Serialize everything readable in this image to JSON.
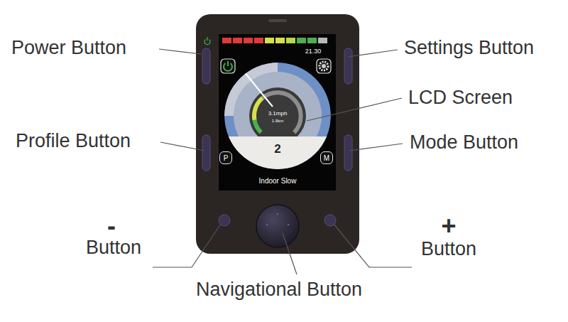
{
  "diagram": {
    "nodes": [
      {
        "text": [
          "P"
        ]
      },
      {
        "text": [
          "M"
        ]
      }
    ],
    "labels": [
      "Power Button",
      "Settings Button",
      "LCD Screen",
      "Profile Button",
      "Mode Button",
      "-",
      "Button",
      "+",
      "Button",
      "Navigational Button",
      "21.30",
      "3.1mph",
      "1.9km",
      "2",
      "Indoor Slow"
    ]
  }
}
